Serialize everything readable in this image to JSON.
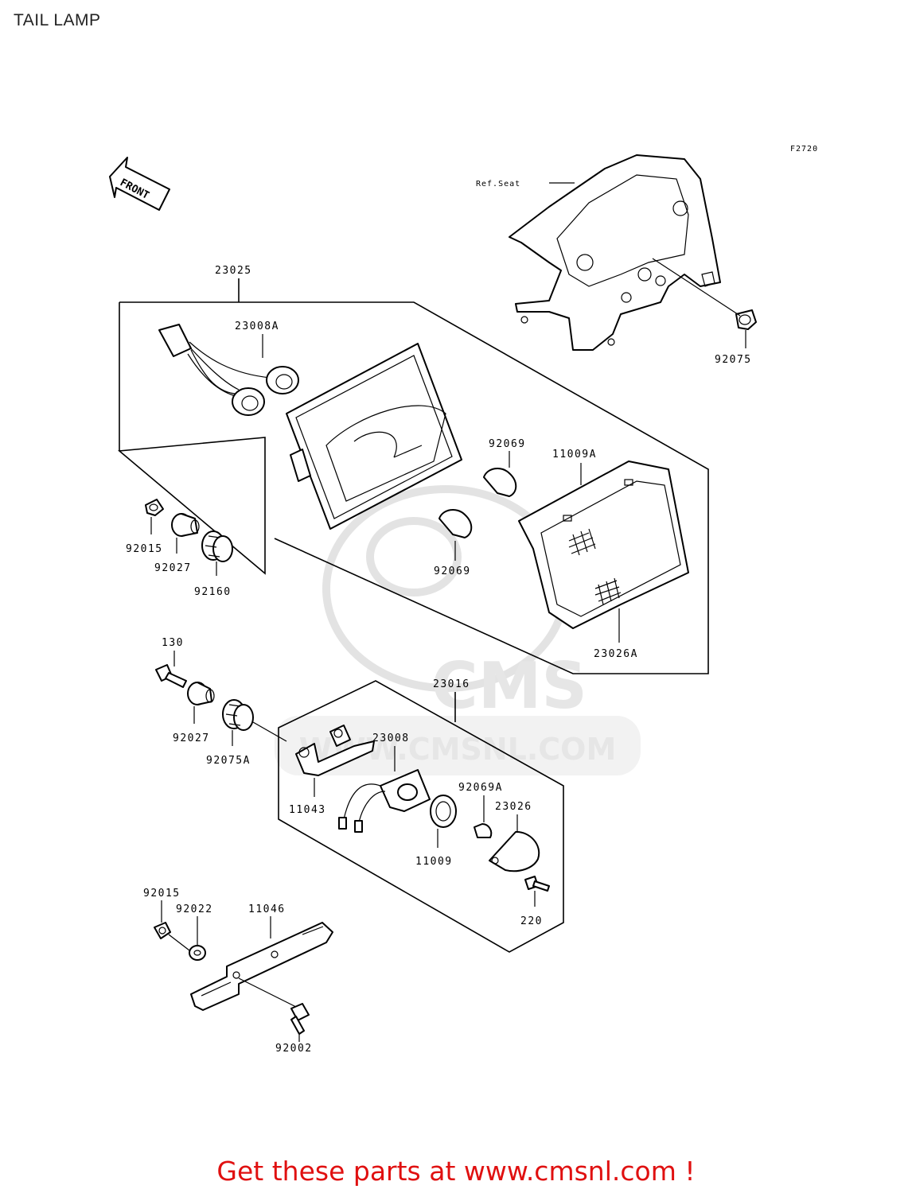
{
  "title": "TAIL LAMP",
  "figure_code": "F2720",
  "front_label": "FRONT",
  "ref_label": "Ref.Seat",
  "watermark": {
    "brand": "CMS",
    "site": "WWW.CMSNL.COM"
  },
  "parts": {
    "p23025": "23025",
    "p23008A": "23008A",
    "p92015_top": "92015",
    "p92027_top": "92027",
    "p92160": "92160",
    "p92069_upper": "92069",
    "p92069_lower": "92069",
    "p11009A": "11009A",
    "p23026A": "23026A",
    "p92075": "92075",
    "p130": "130",
    "p92027_mid": "92027",
    "p92075A": "92075A",
    "p23016": "23016",
    "p23008": "23008",
    "p11043": "11043",
    "p92069A": "92069A",
    "p23026": "23026",
    "p11009": "11009",
    "p220": "220",
    "p92015_bot": "92015",
    "p92022": "92022",
    "p11046": "11046",
    "p92002": "92002"
  },
  "footer": "Get these parts at www.cmsnl.com !"
}
